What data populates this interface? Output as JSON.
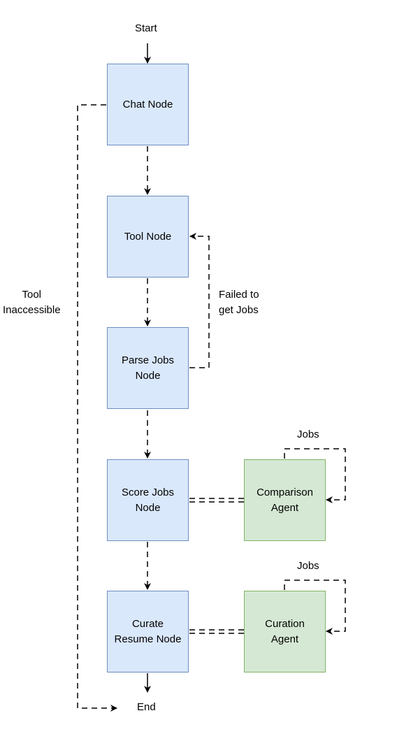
{
  "diagram": {
    "start": "Start",
    "end": "End",
    "nodes": {
      "chat": "Chat Node",
      "tool": "Tool Node",
      "parse": "Parse Jobs\nNode",
      "score": "Score Jobs\nNode",
      "curate": "Curate\nResume Node",
      "comparison": "Comparison\nAgent",
      "curation": "Curation\nAgent"
    },
    "edge_labels": {
      "tool_inaccessible": "Tool\nInaccessible",
      "failed": "Failed to\nget Jobs",
      "jobs_comparison": "Jobs",
      "jobs_curation": "Jobs"
    },
    "colors": {
      "process_fill": "#dae8fc",
      "process_stroke": "#6c8ebf",
      "agent_fill": "#d5e8d4",
      "agent_stroke": "#82b366"
    }
  }
}
